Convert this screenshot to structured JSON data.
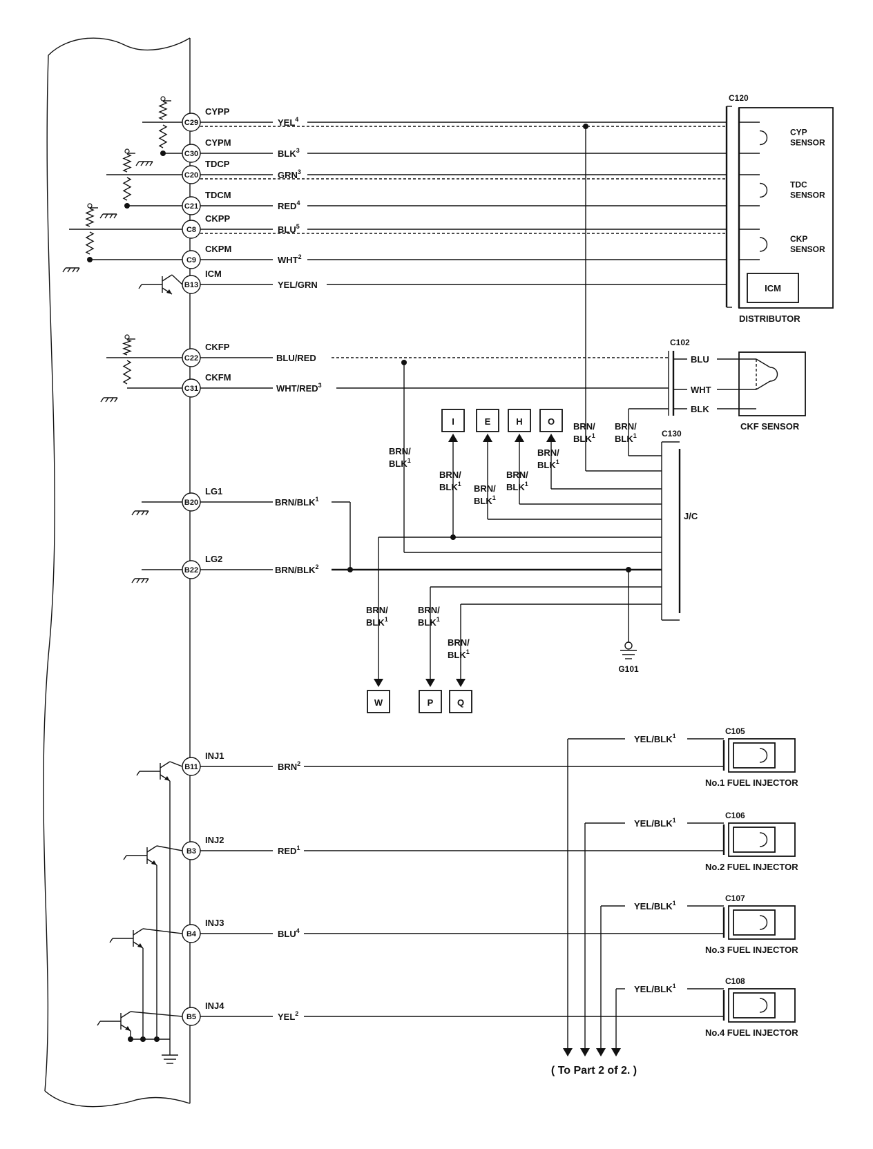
{
  "ecm_pins": [
    {
      "pin": "C29",
      "signal": "CYPP",
      "wire": "YEL",
      "sup": "4"
    },
    {
      "pin": "C30",
      "signal": "CYPM",
      "wire": "BLK",
      "sup": "3"
    },
    {
      "pin": "C20",
      "signal": "TDCP",
      "wire": "GRN",
      "sup": "3"
    },
    {
      "pin": "C21",
      "signal": "TDCM",
      "wire": "RED",
      "sup": "4"
    },
    {
      "pin": "C8",
      "signal": "CKPP",
      "wire": "BLU",
      "sup": "5"
    },
    {
      "pin": "C9",
      "signal": "CKPM",
      "wire": "WHT",
      "sup": "2"
    },
    {
      "pin": "B13",
      "signal": "ICM",
      "wire": "YEL/GRN",
      "sup": ""
    },
    {
      "pin": "C22",
      "signal": "CKFP",
      "wire": "BLU/RED",
      "sup": ""
    },
    {
      "pin": "C31",
      "signal": "CKFM",
      "wire": "WHT/RED",
      "sup": "3"
    },
    {
      "pin": "B20",
      "signal": "LG1",
      "wire": "BRN/BLK",
      "sup": "1"
    },
    {
      "pin": "B22",
      "signal": "LG2",
      "wire": "BRN/BLK",
      "sup": "2"
    },
    {
      "pin": "B11",
      "signal": "INJ1",
      "wire": "BRN",
      "sup": "2"
    },
    {
      "pin": "B3",
      "signal": "INJ2",
      "wire": "RED",
      "sup": "1"
    },
    {
      "pin": "B4",
      "signal": "INJ3",
      "wire": "BLU",
      "sup": "4"
    },
    {
      "pin": "B5",
      "signal": "INJ4",
      "wire": "YEL",
      "sup": "2"
    }
  ],
  "distributor": {
    "connector": "C120",
    "name": "DISTRIBUTOR",
    "sensors": [
      "CYP\nSENSOR",
      "TDC\nSENSOR",
      "CKP\nSENSOR"
    ],
    "icm": "ICM"
  },
  "ckf": {
    "connector": "C102",
    "name": "CKF SENSOR",
    "wires": [
      "BLU",
      "WHT",
      "BLK"
    ]
  },
  "jc": {
    "connector": "C130",
    "label": "J/C"
  },
  "ground": {
    "label": "G101"
  },
  "ground_wire": {
    "line1": "BRN/",
    "line2": "BLK",
    "sup": "1"
  },
  "ground_wire_drops": [
    {
      "dest": "I"
    },
    {
      "dest": "E"
    },
    {
      "dest": "H"
    },
    {
      "dest": "O"
    },
    {
      "dest": "W"
    },
    {
      "dest": "P"
    },
    {
      "dest": "Q"
    }
  ],
  "injectors": [
    {
      "connector": "C105",
      "name": "No.1 FUEL INJECTOR",
      "feed": "YEL/BLK",
      "sup": "1"
    },
    {
      "connector": "C106",
      "name": "No.2 FUEL INJECTOR",
      "feed": "YEL/BLK",
      "sup": "1"
    },
    {
      "connector": "C107",
      "name": "No.3 FUEL INJECTOR",
      "feed": "YEL/BLK",
      "sup": "1"
    },
    {
      "connector": "C108",
      "name": "No.4 FUEL INJECTOR",
      "feed": "YEL/BLK",
      "sup": "1"
    }
  ],
  "to_part": "( To Part 2 of 2. )"
}
